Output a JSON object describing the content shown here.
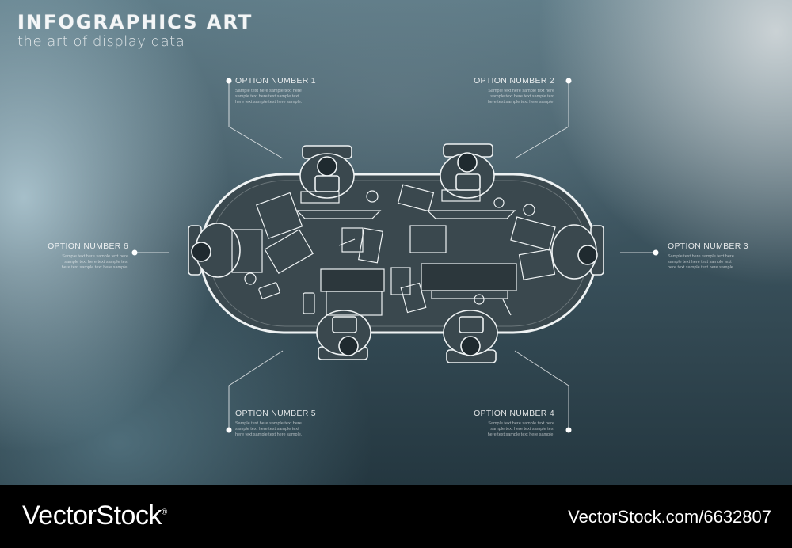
{
  "header": {
    "title": "INFOGRAPHICS ART",
    "subtitle": "the art of display data"
  },
  "options": [
    {
      "label": "OPTION NUMBER 1",
      "body": "Sample text here sample text here sample text here text sample text here text sample text here sample."
    },
    {
      "label": "OPTION NUMBER 2",
      "body": "Sample text here sample text here sample text here text sample text here text sample text here sample."
    },
    {
      "label": "OPTION NUMBER 3",
      "body": "Sample text here sample text here sample text here text sample text here text sample text here sample."
    },
    {
      "label": "OPTION NUMBER 4",
      "body": "Sample text here sample text here sample text here text sample text here text sample text here sample."
    },
    {
      "label": "OPTION NUMBER 5",
      "body": "Sample text here sample text here sample text here text sample text here text sample text here sample."
    },
    {
      "label": "OPTION NUMBER 6",
      "body": "Sample text here sample text here sample text here text sample text here text sample text here sample."
    }
  ],
  "footer": {
    "brand": "VectorStock",
    "trademark": "®",
    "url": "VectorStock.com/6632807"
  },
  "colors": {
    "line": "#e8eef0",
    "table": "#39474d",
    "footer_bg": "#000000"
  }
}
